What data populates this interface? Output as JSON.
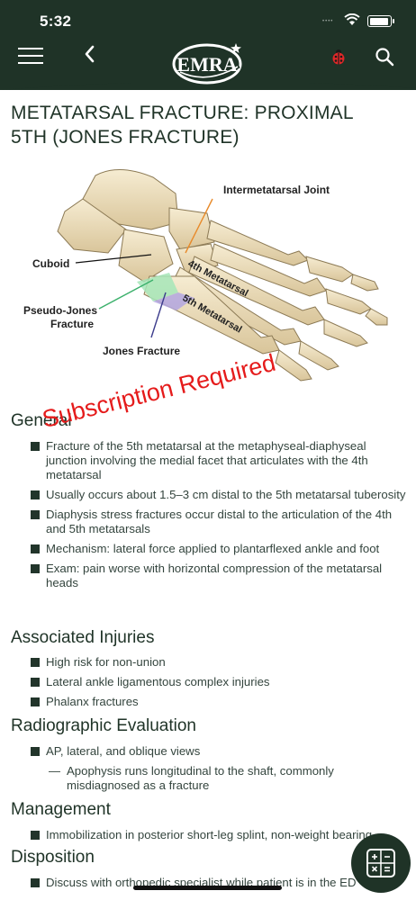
{
  "status_bar": {
    "time": "5:32",
    "signal_dots": "••••"
  },
  "header": {
    "logo_text": "EMRA",
    "menu_icon": "hamburger-icon",
    "back_icon": "chevron-left-icon",
    "bug_icon": "ladybug-icon",
    "search_icon": "search-icon"
  },
  "page": {
    "title_line1": "METATARSAL FRACTURE: PROXIMAL",
    "title_line2": "5TH (JONES FRACTURE)"
  },
  "figure": {
    "labels": {
      "intermetatarsal": "Intermetatarsal Joint",
      "cuboid": "Cuboid",
      "pseudo_jones_1": "Pseudo-Jones",
      "pseudo_jones_2": "Fracture",
      "jones": "Jones Fracture",
      "fourth_met": "4th Metatarsal",
      "fifth_met": "5th Metatarsal"
    }
  },
  "watermark": "Subscription Required",
  "sections": {
    "general": {
      "heading": "General",
      "items": [
        "Fracture of the 5th metatarsal at the metaphyseal-diaphyseal junction involving the medial facet that articulates with the 4th metatarsal",
        "Usually occurs about 1.5–3 cm distal to the 5th metatarsal tuberosity",
        "Diaphysis stress fractures occur distal to the articulation of the 4th and 5th metatarsals",
        "Mechanism: lateral force applied to plantarflexed ankle and foot",
        "Exam: pain worse with horizontal compression of the metatarsal heads"
      ]
    },
    "associated": {
      "heading": "Associated Injuries",
      "items": [
        "High risk for non-union",
        "Lateral ankle ligamentous complex injuries",
        "Phalanx fractures"
      ]
    },
    "radiographic": {
      "heading": "Radiographic Evaluation",
      "items": [
        "AP, lateral, and oblique views"
      ],
      "sub_items": [
        "Apophysis runs longitudinal to the shaft, commonly misdiagnosed as a fracture"
      ]
    },
    "management": {
      "heading": "Management",
      "items": [
        "Immobilization in posterior short-leg splint, non-weight bearing"
      ]
    },
    "disposition": {
      "heading": "Disposition",
      "items": [
        "Discuss with orthopedic specialist while patient is in the ED"
      ]
    }
  },
  "fab": {
    "icon": "calculator-icon"
  },
  "colors": {
    "header_bg": "#1f3327",
    "watermark_red": "#e51b1b",
    "jones_purple": "#b3a6e0",
    "pseudo_green": "#a6e6b8"
  }
}
